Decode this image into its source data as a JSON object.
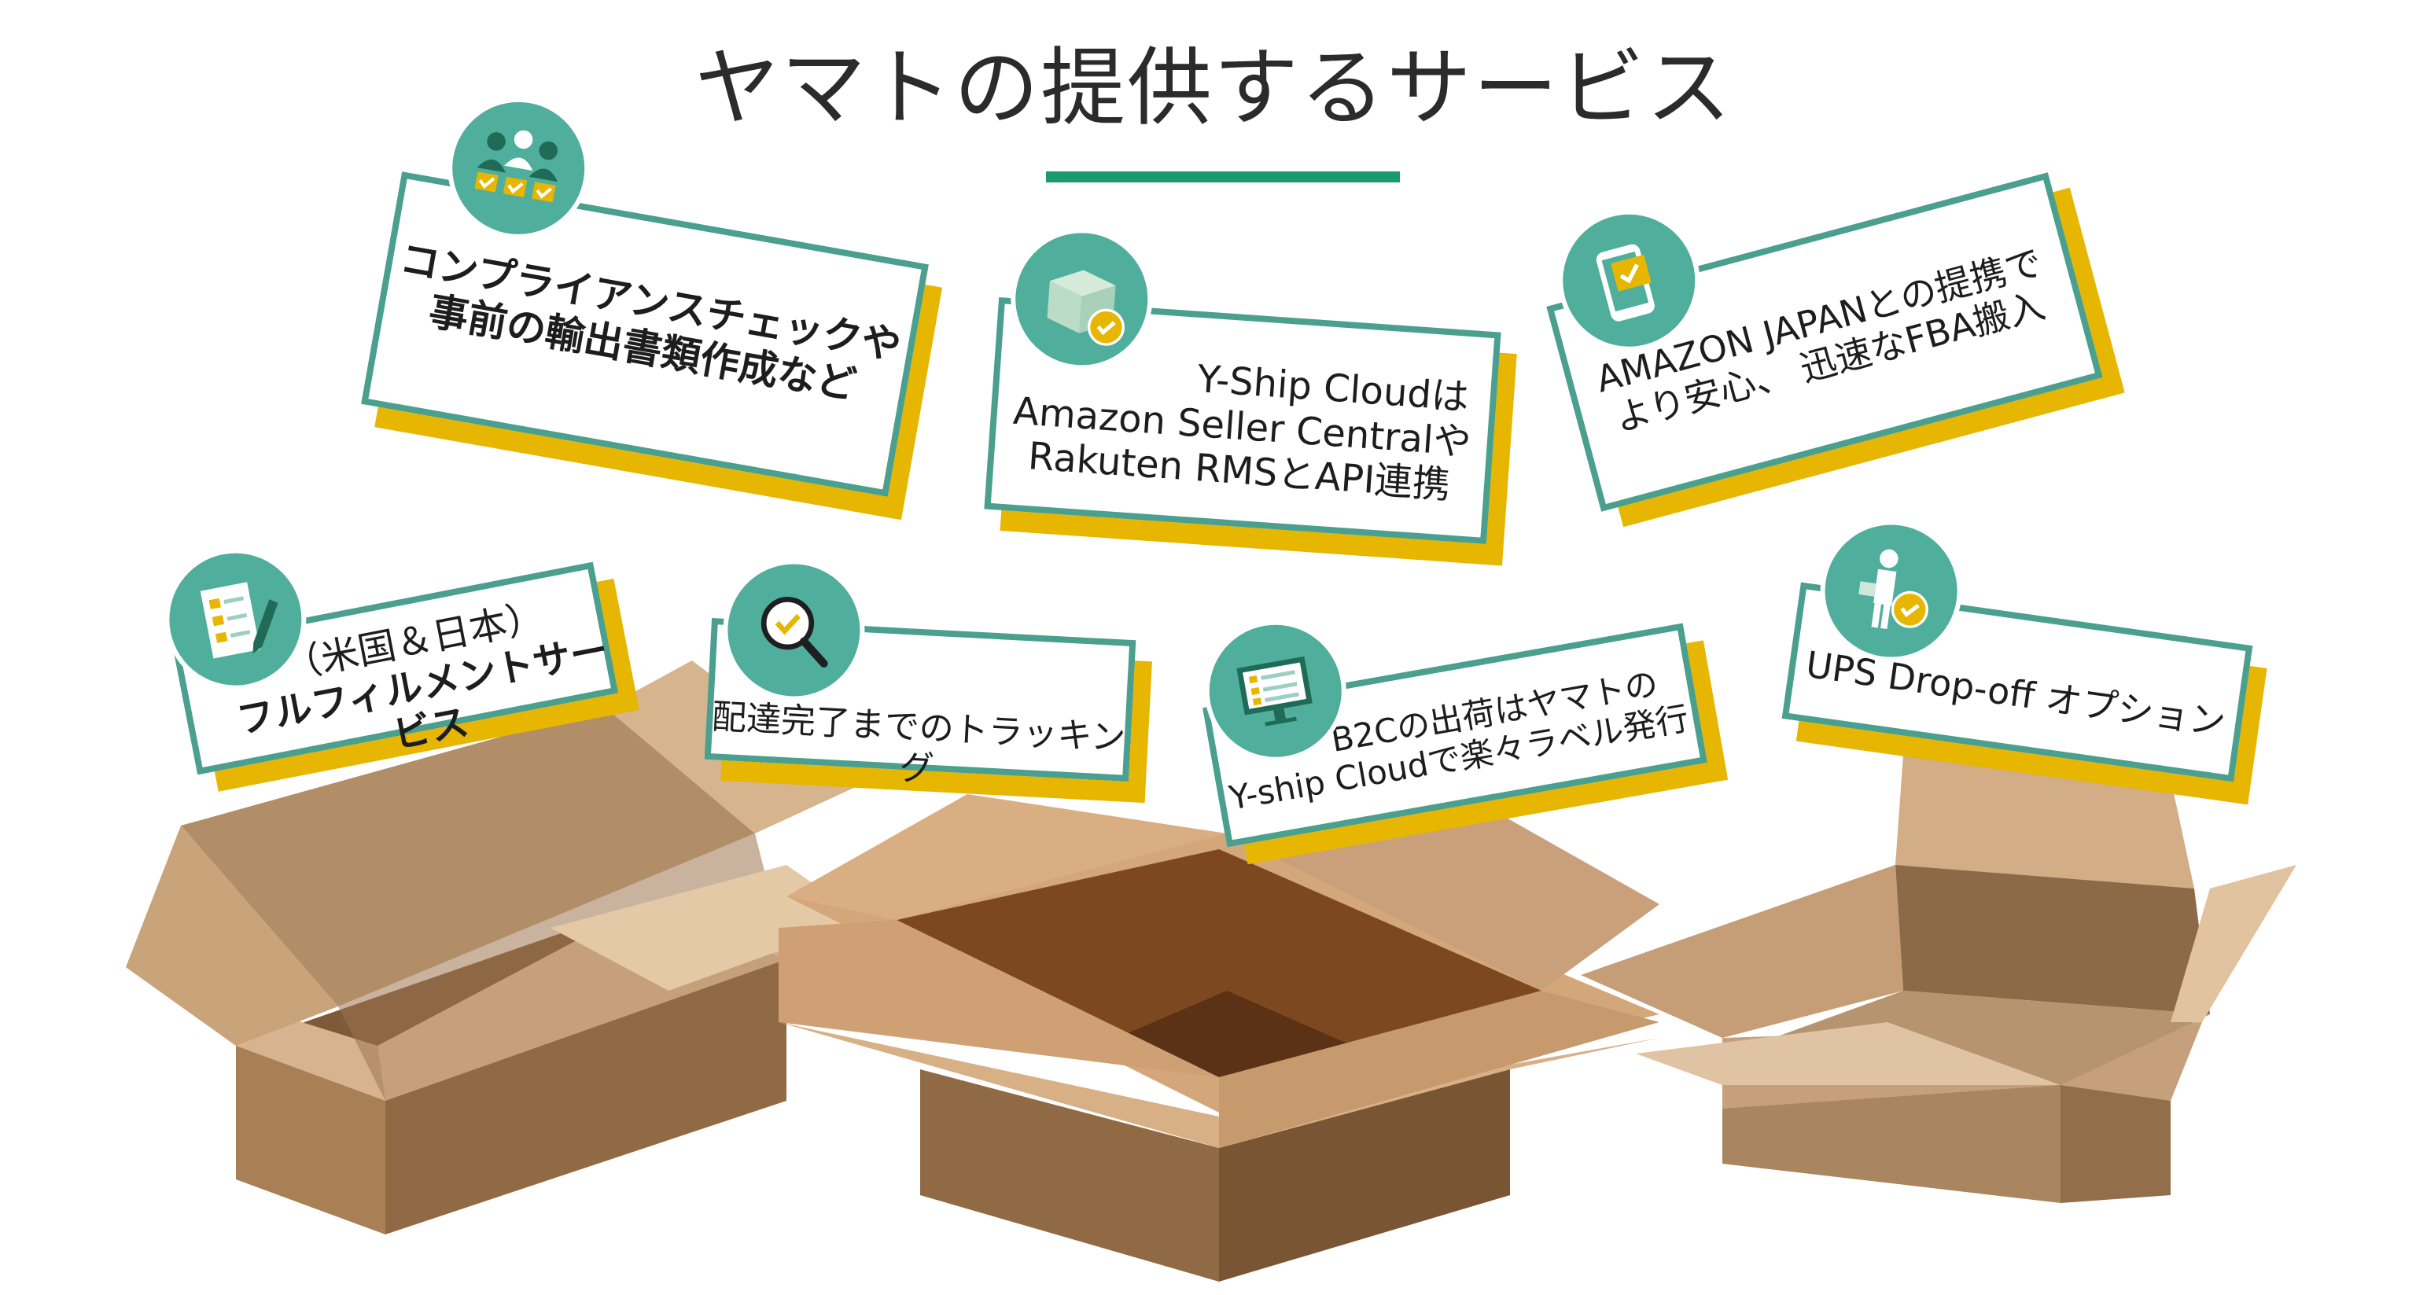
{
  "title": "ヤマトの提供するサービス",
  "colors": {
    "accent_green": "#199a6c",
    "card_border": "#4a9f8e",
    "card_shadow": "#e6b600",
    "icon_circle": "#4fae9c",
    "cardboard": "#c9a37a"
  },
  "cards": [
    {
      "icon": "compliance-people-check-icon",
      "lines": [
        "コンプライアンスチェックや",
        "事前の輸出書類作成など"
      ]
    },
    {
      "icon": "package-check-icon",
      "lines": [
        "Y-Ship Cloudは",
        "Amazon Seller Centralや",
        "Rakuten RMSとAPI連携"
      ]
    },
    {
      "icon": "phone-check-icon",
      "lines": [
        "AMAZON JAPANとの提携で",
        "より安心、 迅速なFBA搬入"
      ]
    },
    {
      "icon": "checklist-pen-icon",
      "lines": [
        "（米国＆日本）",
        "フルフィルメントサービス"
      ]
    },
    {
      "icon": "magnifier-check-icon",
      "lines": [
        "配達完了までのトラッキング"
      ]
    },
    {
      "icon": "monitor-checklist-icon",
      "lines": [
        "B2Cの出荷はヤマトの",
        "Y-ship Cloudで楽々ラベル発行"
      ]
    },
    {
      "icon": "person-dropoff-icon",
      "lines": [
        "UPS Drop-off オプション"
      ]
    }
  ]
}
